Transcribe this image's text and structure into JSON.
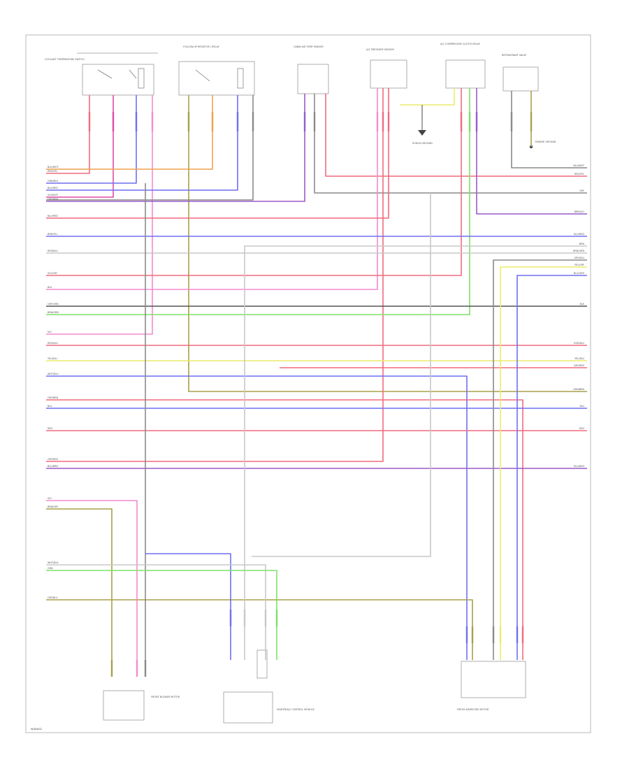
{
  "diagram": {
    "components": [
      {
        "id": "c1",
        "name": "COOLANT TEMPERATURE SWITCH"
      },
      {
        "id": "c2",
        "name": "FOLLOW-UP RESISTOR / RELAY"
      },
      {
        "id": "c3",
        "name": "CABIN AIR TEMP SENSOR"
      },
      {
        "id": "c4",
        "name": "A/C PRESSURE SENSOR"
      },
      {
        "id": "c5",
        "name": "A/C COMPRESSOR CLUTCH RELAY"
      },
      {
        "id": "c6",
        "name": "REFRIGERANT VALVE"
      },
      {
        "id": "c7",
        "name": "SHIELD GROUND"
      },
      {
        "id": "c8",
        "name": "ENGINE GROUND"
      },
      {
        "id": "c9",
        "name": "FRONT BLOWER MOTOR"
      },
      {
        "id": "c10",
        "name": "HEATER/A/C CONTROL MODULE"
      },
      {
        "id": "c11",
        "name": "FRESH AIR/RECIRC MOTOR"
      }
    ],
    "wire_labels_left": [
      "BLU/WHT",
      "RED/YEL",
      "GRN/BLK",
      "BLK/RED",
      "VIO/WHT",
      "GRY/BRN",
      "BLU/RED",
      "BRN/YEL",
      "RED/BLU",
      "VIO/GRY",
      "BLK",
      "GRY/GRN",
      "BRN/GRN",
      "VIO",
      "RED/BLU",
      "YEL/BLU",
      "WHT/BLU",
      "GRY/BRN",
      "BLU",
      "RED",
      "GRY/RED",
      "BLU/BRN",
      "VIO",
      "BRN/GRY",
      "WHT/BLK",
      "GRN",
      "GRY/BLU"
    ],
    "wire_labels_right": [
      "BLU/WHT",
      "RED/YEL",
      "GRY",
      "BRN/VIO",
      "BLU/RED",
      "BRN",
      "BRN/GRN",
      "GRY/BLU",
      "YEL/GRY",
      "BLU/GRN",
      "BLK",
      "RED/BLU",
      "YEL/BLU",
      "GRY/RED",
      "GRN/BRN",
      "BLU",
      "RED",
      "BLU/RED"
    ],
    "page_number": "W/DIAG2"
  },
  "colors": {
    "red": "#f06a7e",
    "pink": "#f48ad0",
    "magenta": "#e04aa8",
    "blue": "#6f6ff2",
    "green": "#7ee068",
    "yellow": "#ecec6a",
    "olive": "#a8a04c",
    "orange": "#f0a050",
    "purple": "#9a5ac8",
    "gray": "#8a8a8a",
    "lightgray": "#c8c8c8",
    "black": "#555555"
  }
}
